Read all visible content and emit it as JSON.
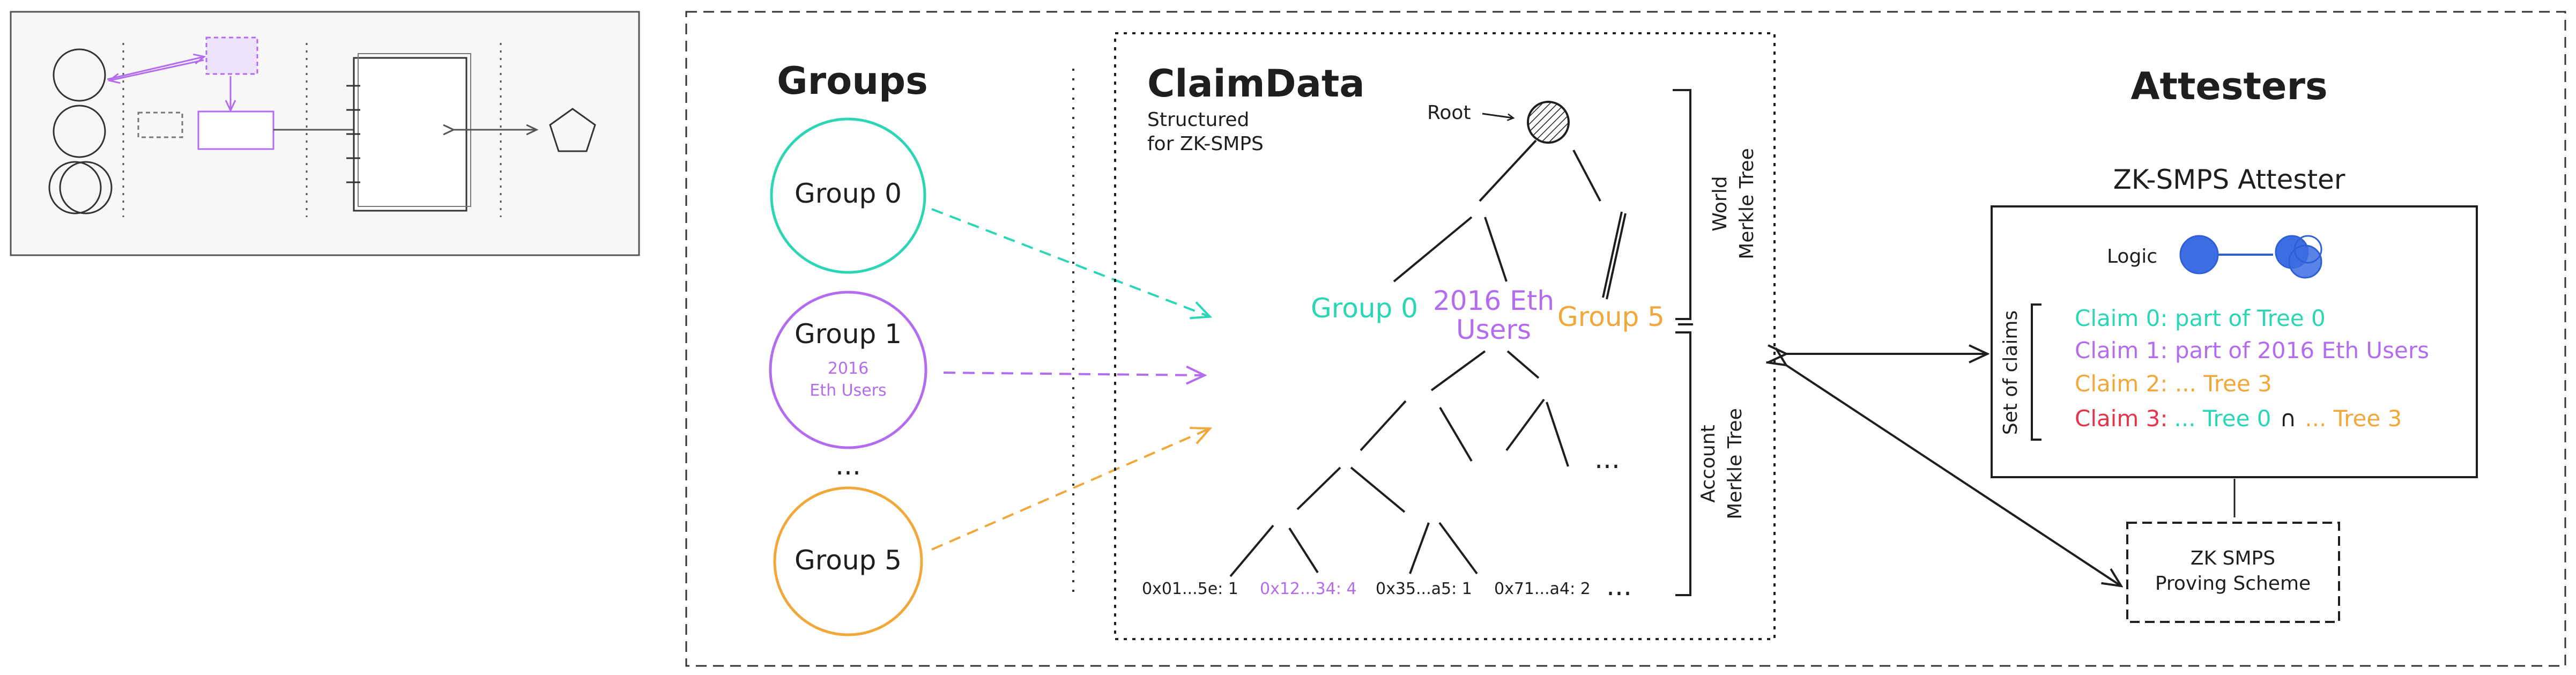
{
  "colors": {
    "ink": "#1e1e1e",
    "teal": "#2ad6b3",
    "purple": "#b36cf0",
    "orange": "#f1a73a",
    "red": "#e8344a",
    "blue": "#2f5fd6",
    "panel_bg": "#f7f7f7"
  },
  "groups": {
    "title": "Groups",
    "items": [
      {
        "label": "Group 0",
        "sub_line1": "",
        "sub_line2": ""
      },
      {
        "label": "Group 1",
        "sub_line1": "2016",
        "sub_line2": "Eth Users"
      },
      {
        "label": "Group 5",
        "sub_line1": "",
        "sub_line2": ""
      }
    ],
    "ellipsis": "..."
  },
  "claimdata": {
    "title": "ClaimData",
    "subtitle_line1": "Structured",
    "subtitle_line2": "for ZK-SMPS",
    "root_label": "Root",
    "world_nodes": {
      "group0": "Group 0",
      "eth_line1": "2016 Eth",
      "eth_line2": "Users",
      "group5": "Group 5"
    },
    "tree_ellipsis": "...",
    "leaves": [
      "0x01...5e: 1",
      "0x12...34: 4",
      "0x35...a5: 1",
      "0x71...a4: 2"
    ],
    "leaves_ellipsis": "...",
    "world_tree_line1": "World",
    "world_tree_line2": "Merkle Tree",
    "account_tree_line1": "Account",
    "account_tree_line2": "Merkle Tree"
  },
  "attesters": {
    "title": "Attesters",
    "box_title": "ZK-SMPS Attester",
    "logic_label": "Logic",
    "set_of_claims": "Set of claims",
    "claims": [
      {
        "prefix": "Claim 0: part of Tree 0"
      },
      {
        "prefix": "Claim 1:  part of 2016 Eth Users"
      },
      {
        "prefix": "Claim 2: ... Tree 3"
      },
      {
        "prefix": "Claim 3:",
        "a": "... Tree 0",
        "op": "∩",
        "b": "... Tree 3"
      }
    ],
    "proving_line1": "ZK SMPS",
    "proving_line2": "Proving Scheme"
  }
}
